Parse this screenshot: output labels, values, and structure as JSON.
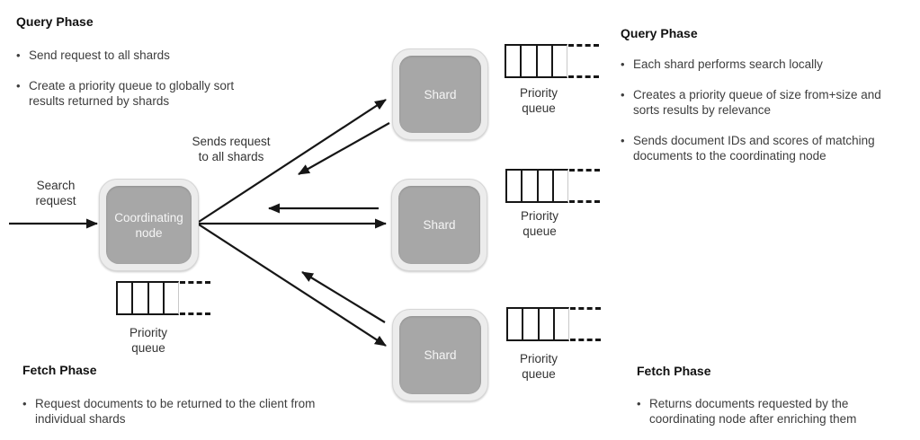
{
  "glyphs": {
    "bullet": "•"
  },
  "colors": {
    "background": "#ffffff",
    "node_fill": "#a7a7a7",
    "node_frame": "#ececec",
    "node_text": "#f5f5f5",
    "line": "#161616",
    "heading_text": "#111111",
    "body_text": "#3d3d3d"
  },
  "panels": {
    "query_left": {
      "heading": "Query Phase",
      "bullets": [
        "Send request to all shards",
        "Create a priority queue to globally sort results returned by shards"
      ]
    },
    "query_right": {
      "heading": "Query Phase",
      "bullets": [
        "Each shard performs search locally",
        "Creates a priority queue of size from+size and sorts results by relevance",
        "Sends document IDs and scores of matching documents to the coordinating node"
      ]
    },
    "fetch_left": {
      "heading": "Fetch Phase",
      "bullets": [
        "Request documents to be returned to the client from individual shards"
      ]
    },
    "fetch_right": {
      "heading": "Fetch Phase",
      "bullets": [
        "Returns documents requested by the coordinating node after enriching them"
      ]
    }
  },
  "nodes": {
    "coordinating": {
      "label": "Coordinating node"
    },
    "shard_top": {
      "label": "Shard"
    },
    "shard_middle": {
      "label": "Shard"
    },
    "shard_bottom": {
      "label": "Shard"
    }
  },
  "labels": {
    "search_request": "Search request",
    "sends_request": "Sends request to all shards",
    "priority_queue": "Priority queue"
  }
}
